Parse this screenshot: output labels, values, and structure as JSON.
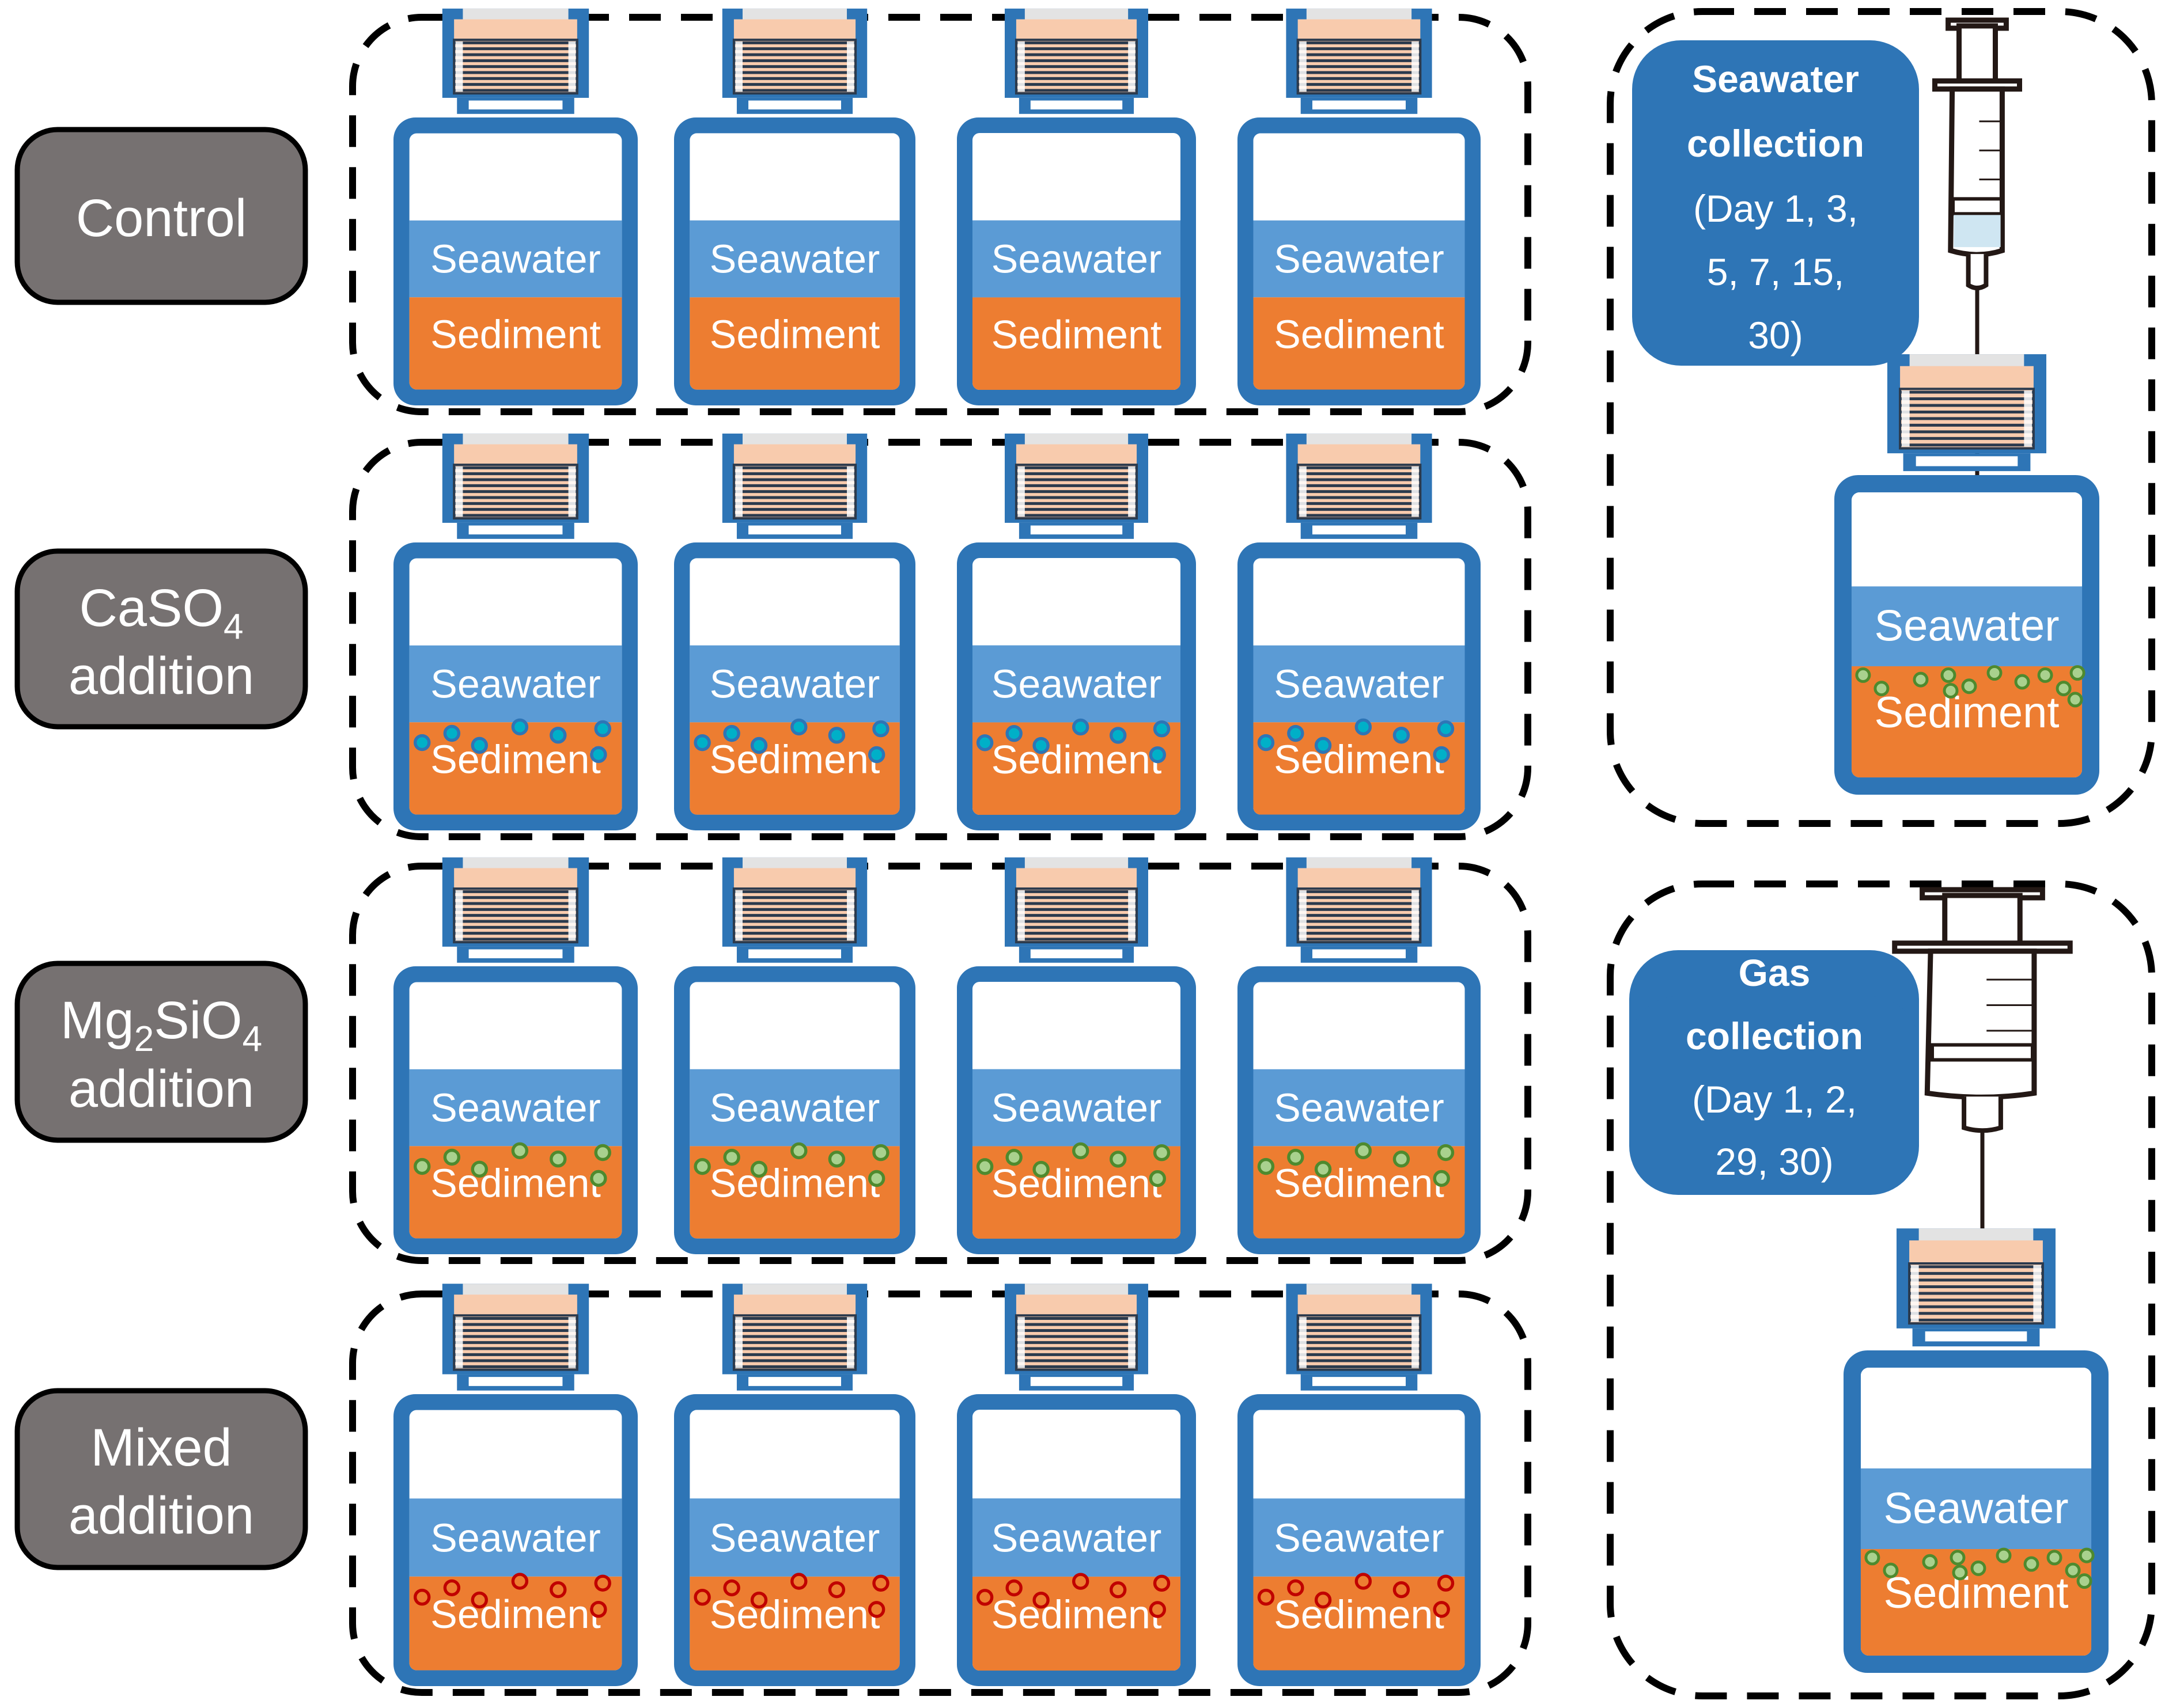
{
  "colors": {
    "vial_frame": "#2E75B6",
    "seawater": "#5B9BD5",
    "sediment": "#ED7D31",
    "cap_septum": "#F8CBAD",
    "label_box": "#767171",
    "info_box": "#2E75B6",
    "syringe_liquid": "#CFE6F2",
    "dots": {
      "caso4": {
        "fill": "#00B0C8",
        "stroke": "#2E75B6"
      },
      "mg2sio4": {
        "fill": "#A9D18E",
        "stroke": "#4E8A2E"
      },
      "mixed": {
        "fill": "#ED7D31",
        "stroke": "#C00000"
      }
    }
  },
  "vial_text": {
    "seawater": "Seawater",
    "sediment": "Sediment"
  },
  "groups": [
    {
      "id": "control",
      "label_main": "Control",
      "label_sub": "",
      "dots": "none",
      "replicates": 4
    },
    {
      "id": "caso4",
      "label_main": "CaSO",
      "label_subscript": "4",
      "label_line2": "addition",
      "dots": "caso4",
      "replicates": 4
    },
    {
      "id": "mg2sio4",
      "label_main": "Mg",
      "label_subscript": "2",
      "label_main2": "SiO",
      "label_subscript2": "4",
      "label_line2": "addition",
      "dots": "mg2sio4",
      "replicates": 4
    },
    {
      "id": "mixed",
      "label_main": "Mixed",
      "label_line2": "addition",
      "dots": "mixed",
      "replicates": 4
    }
  ],
  "sampling": [
    {
      "id": "seawater-collection",
      "title_line1": "Seawater",
      "title_line2": "collection",
      "days_line1": "(Day 1, 3,",
      "days_line2": "5, 7, 15,",
      "days_line3": "30)",
      "syringe_contents": "liquid"
    },
    {
      "id": "gas-collection",
      "title_line1": "Gas",
      "title_line2": "collection",
      "days_line1": "(Day 1, 2,",
      "days_line2": "29, 30)",
      "days_line3": "",
      "syringe_contents": "gas"
    }
  ]
}
